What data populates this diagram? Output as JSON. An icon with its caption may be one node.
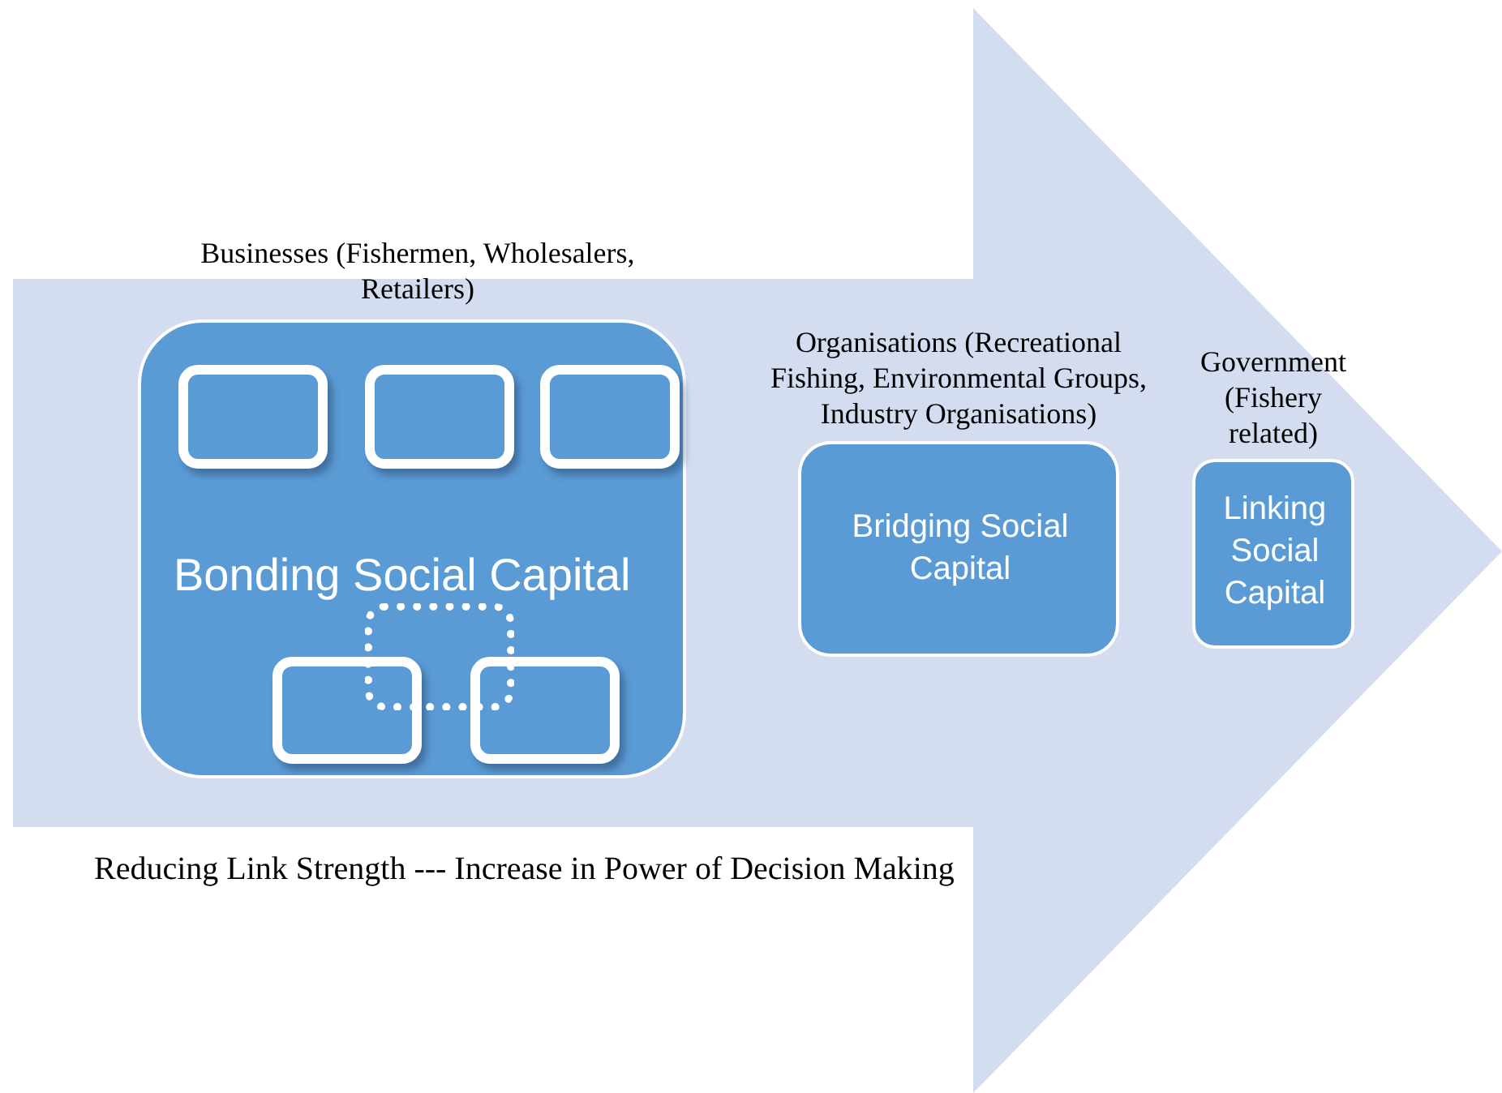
{
  "diagram": {
    "nodes": [
      {
        "text": [
          "Businesses (Fishermen, Wholesalers, Retailers)",
          "Bonding Social Capital"
        ]
      },
      {
        "text": [],
        "shape": "box",
        "in": 0
      },
      {
        "text": [],
        "shape": "box",
        "in": 0
      },
      {
        "text": [],
        "shape": "box",
        "in": 0
      },
      {
        "text": [],
        "shape": "box",
        "in": 0
      },
      {
        "text": [],
        "shape": "box",
        "in": 0
      },
      {
        "text": [],
        "shape": "box",
        "in": 0
      },
      {
        "text": [
          "Organisations (Recreational Fishing, Environmental Groups, Industry Organisations)",
          "Bridging Social Capital"
        ]
      },
      {
        "text": [
          "Government (Fishery related)",
          "Linking Social Capital"
        ]
      }
    ],
    "labels": [
      "Reducing Link Strength --- Increase in Power of Decision Making"
    ]
  }
}
